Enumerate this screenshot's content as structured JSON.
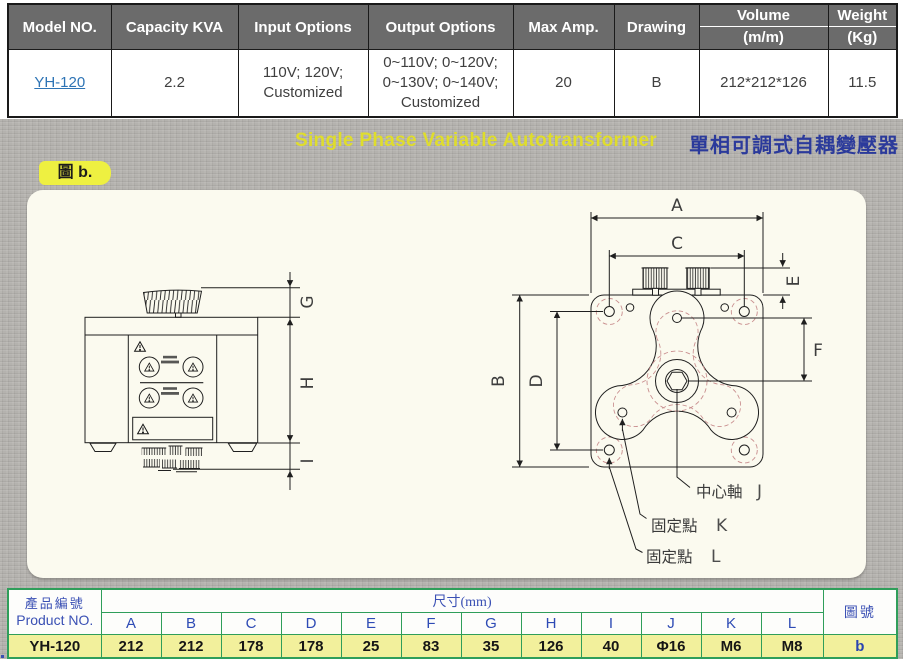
{
  "page": {
    "title_en": "Single Phase Variable Autotransformer",
    "title_zh": "單相可調式自耦變壓器",
    "figure_label": "圖 b."
  },
  "spec_table": {
    "headers": {
      "model": "Model NO.",
      "capacity": "Capacity KVA",
      "input": "Input Options",
      "output": "Output Options",
      "max_amp": "Max Amp.",
      "drawing": "Drawing",
      "volume_line1": "Volume",
      "volume_line2": "(m/m)",
      "weight_line1": "Weight",
      "weight_line2": "(Kg)"
    },
    "row": {
      "model": "YH-120",
      "capacity": "2.2",
      "input_line1": "110V; 120V;",
      "input_line2": "Customized",
      "output_line1": "0~110V; 0~120V;",
      "output_line2": "0~130V; 0~140V;",
      "output_line3": "Customized",
      "max_amp": "20",
      "drawing": "B",
      "volume": "212*212*126",
      "weight": "11.5"
    }
  },
  "drawing": {
    "front_labels": {
      "g": "G",
      "h": "H",
      "i": "I"
    },
    "top_labels": {
      "a": "A",
      "b": "B",
      "c": "C",
      "d": "D",
      "e": "E",
      "f": "F"
    },
    "callouts": {
      "center_shaft": "中心軸",
      "center_letter": "J",
      "fix_point_k": "固定點",
      "k_letter": "K",
      "fix_point_l": "固定點",
      "l_letter": "L"
    }
  },
  "dim_table": {
    "product_no_zh": "產品編號",
    "product_no_en": "Product NO.",
    "size_header": "尺寸(mm)",
    "figure_no_header": "圖號",
    "columns": [
      "A",
      "B",
      "C",
      "D",
      "E",
      "F",
      "G",
      "H",
      "I",
      "J",
      "K",
      "L"
    ],
    "row": {
      "product": "YH-120",
      "values": [
        "212",
        "212",
        "178",
        "178",
        "25",
        "83",
        "35",
        "126",
        "40",
        "Φ16",
        "M6",
        "M8"
      ],
      "figure": "b"
    }
  },
  "colors": {
    "header_gray": "#6b6b6b",
    "link_blue": "#2e74b5",
    "title_yellow": "#dfdd2c",
    "title_blue": "#2b3a9b",
    "badge_yellow": "#eef041",
    "band_gray": "#b4b2ae",
    "panel_cream": "#fbfaef",
    "dims_border_green": "#2f9e5a",
    "dims_row_yellow": "#f2f09c",
    "dash_pink": "#c98f8f"
  }
}
